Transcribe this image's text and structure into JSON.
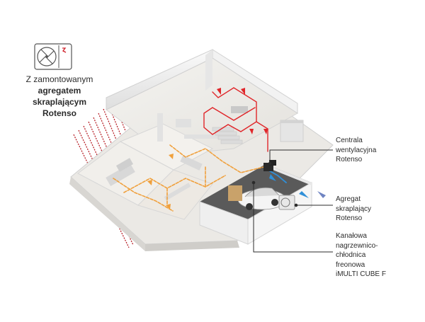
{
  "top_label": {
    "line1": "Z zamontowanym",
    "line2": "agregatem",
    "line3": "skraplającym",
    "line4": "Rotenso"
  },
  "callouts": [
    {
      "lines": [
        "Centrala",
        "wentylacyjna",
        "Rotenso"
      ]
    },
    {
      "lines": [
        "Agregat",
        "skraplający",
        "Rotenso"
      ]
    },
    {
      "lines": [
        "Kanałowa",
        "nagrzewnico-",
        "chłodnica",
        "freonowa",
        "iMULTI CUBE F"
      ]
    }
  ],
  "colors": {
    "hot_refrigerant": "#e0262a",
    "warm_air": "#f0a03c",
    "cold_air": "#2f8fd8",
    "outdoor_air": "#6f84c2",
    "ground_heat": "#b8232a"
  }
}
